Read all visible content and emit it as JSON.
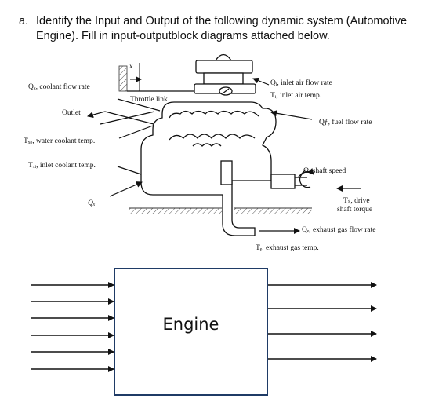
{
  "question": {
    "label": "a.",
    "text": "Identify the Input and Output of the following dynamic system (Automotive Engine). Fill in input-outputblock diagrams attached below."
  },
  "figure": {
    "x_mark": "x",
    "throttle_link": "Throttle link",
    "coolant_flow": "Qₓ, coolant flow rate",
    "outlet": "Outlet",
    "water_coolant_temp": "Tₓₒ, water coolant temp.",
    "inlet_coolant_temp": "Tₓᵢ, inlet coolant temp.",
    "qw_bottom": "Qₓ",
    "inlet_air_flow": "Qᵢ, inlet air flow rate",
    "inlet_air_temp": "Tᵢ, inlet air temp.",
    "fuel_flow": "Qƒ, fuel flow rate",
    "shaft_speed": "Ω, shaft speed",
    "drive_torque_line1": "Tₛ, drive",
    "drive_torque_line2": "shaft torque",
    "exhaust_flow": "Qₑ, exhaust gas flow rate",
    "exhaust_temp": "Tₑ, exhaust gas temp."
  },
  "block": {
    "title": "Engine",
    "input_arrow_count": 6,
    "output_arrow_count": 4
  },
  "colors": {
    "box_border": "#1f3b66",
    "ink": "#111111"
  }
}
